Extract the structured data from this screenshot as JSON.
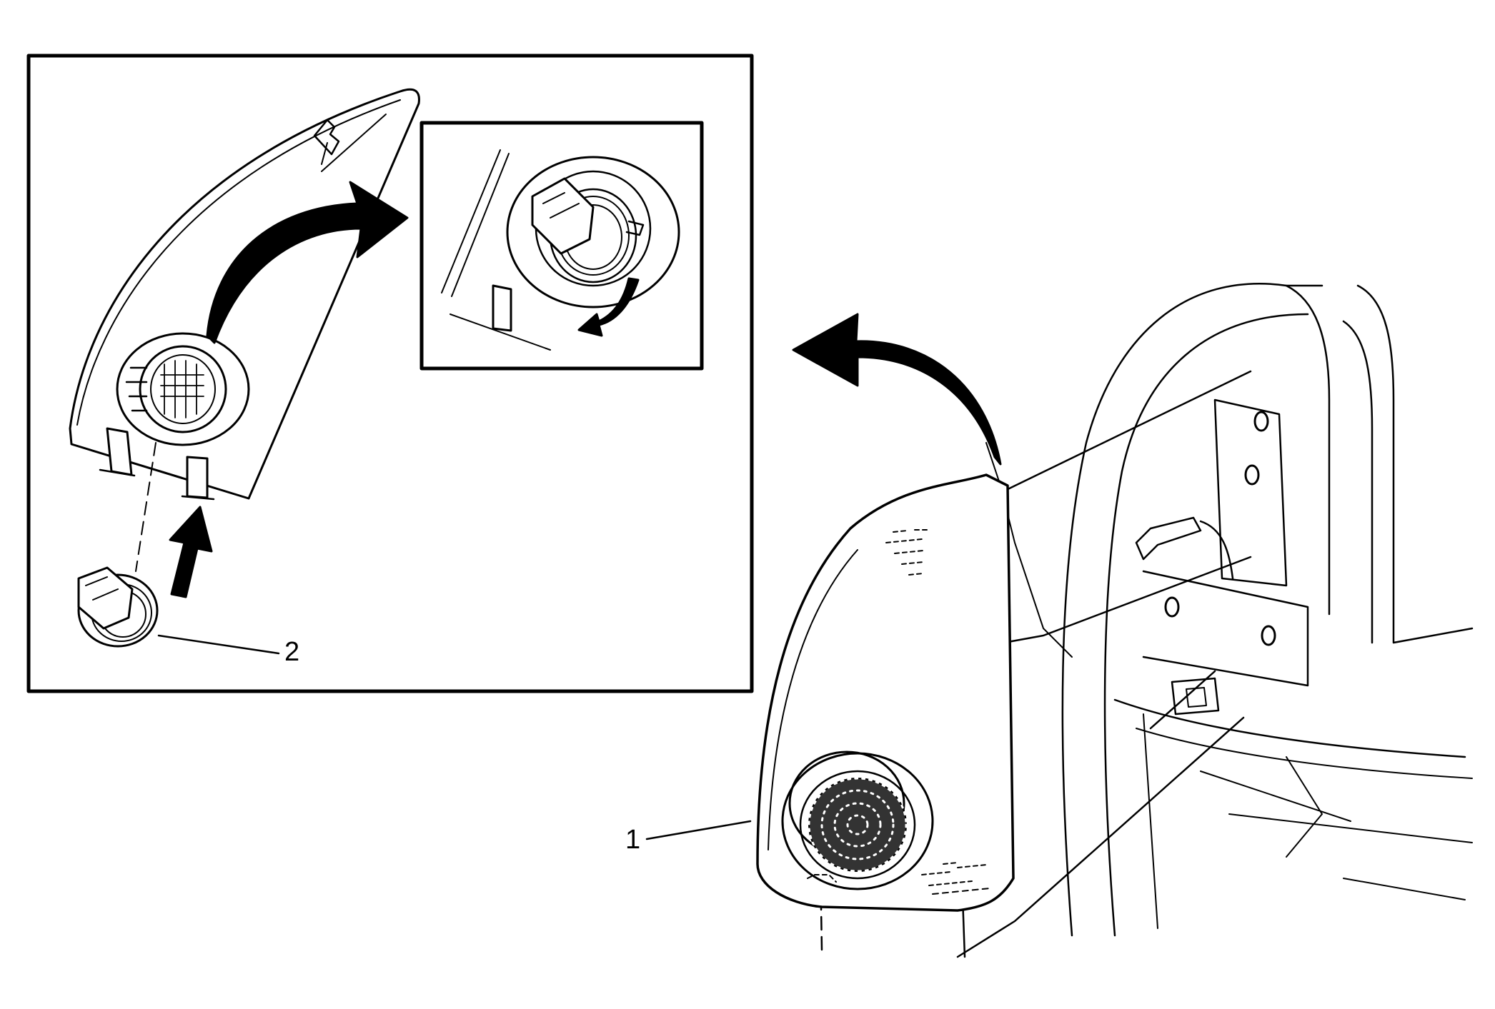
{
  "colors": {
    "line": "#000000",
    "background": "#ffffff"
  },
  "callouts": [
    {
      "id": "1",
      "label": "1"
    },
    {
      "id": "2",
      "label": "2"
    }
  ]
}
